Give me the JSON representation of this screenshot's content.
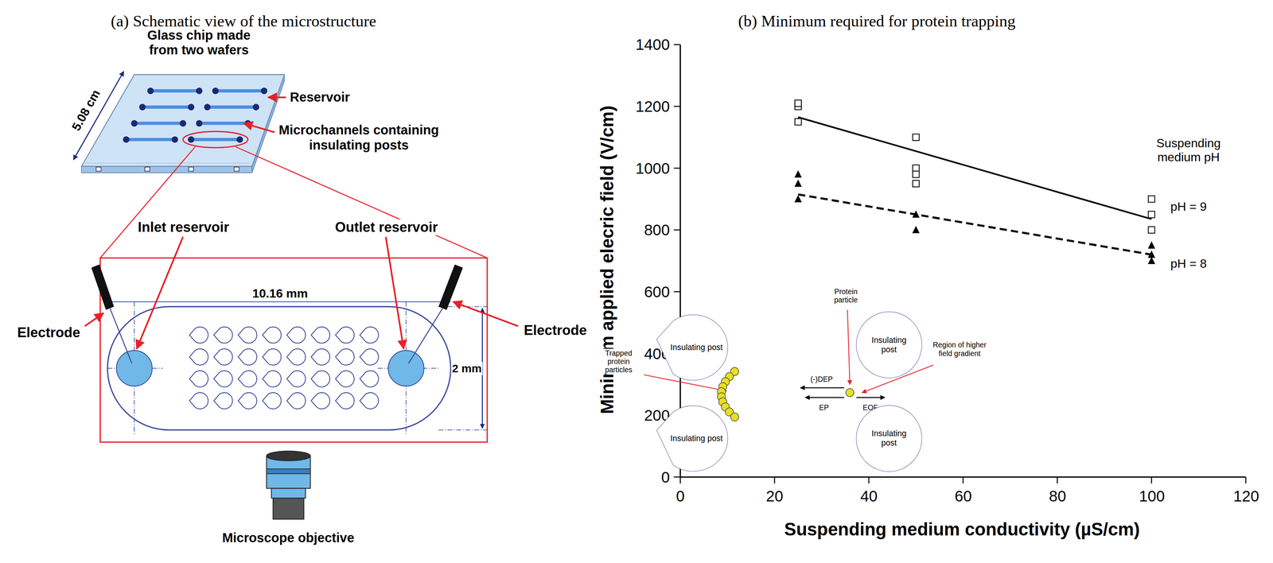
{
  "diagram": {
    "nodes": [
      {
        "text": [
          "Insulating post"
        ]
      },
      {
        "text": [
          "Insulating post"
        ]
      },
      {
        "text": [
          "Insulating post"
        ]
      },
      {
        "text": [
          "Insulating post"
        ]
      }
    ],
    "labels": [
      "(a) Schematic view of the microstructure",
      "Glass chip made from two wafers",
      "5.08 cm",
      "Reservoir",
      "Microchannels containing insulating posts",
      "Inlet reservoir",
      "Outlet reservoir",
      "Electrode",
      "10.16 mm",
      "Electrode",
      "2 mm",
      "Microscope objective",
      "(b) Minimum required for protein trapping",
      "Minimum applied elecric field (V/cm)",
      "0",
      "200",
      "400",
      "600",
      "800",
      "1000",
      "1200",
      "1400",
      "0",
      "20",
      "40",
      "60",
      "80",
      "100",
      "120",
      "Suspending medium conductivity (µS/cm)",
      "Suspending medium pH",
      "pH = 9",
      "pH = 8",
      "Protein particle",
      "Region of higher field gradient",
      "Trapped protein particles",
      "(-)DEP",
      "EP",
      "EOF"
    ]
  }
}
